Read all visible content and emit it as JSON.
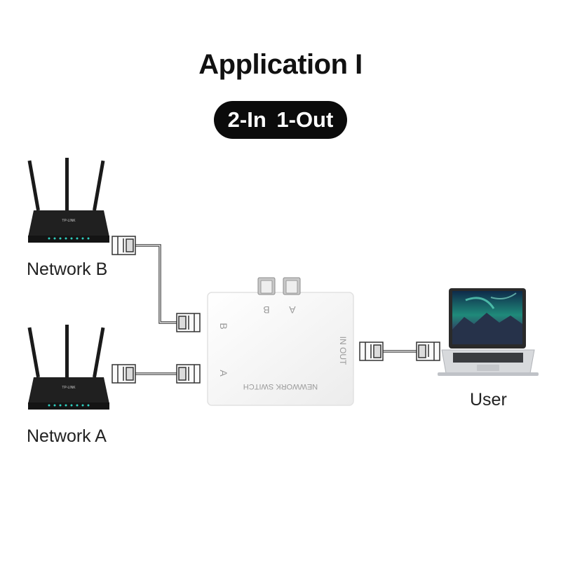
{
  "title": "Application I",
  "mode_badge": "2-In 1-Out",
  "devices": {
    "network_b": {
      "label": "Network B"
    },
    "network_a": {
      "label": "Network A"
    },
    "user": {
      "label": "User"
    }
  },
  "router_brand": "TP-LINK",
  "switch": {
    "name": "NEWWORK SWITCH",
    "in_out_label": "IN OUT",
    "port_a": "A",
    "port_b": "B",
    "side_port_a": "A",
    "side_port_b": "B"
  }
}
